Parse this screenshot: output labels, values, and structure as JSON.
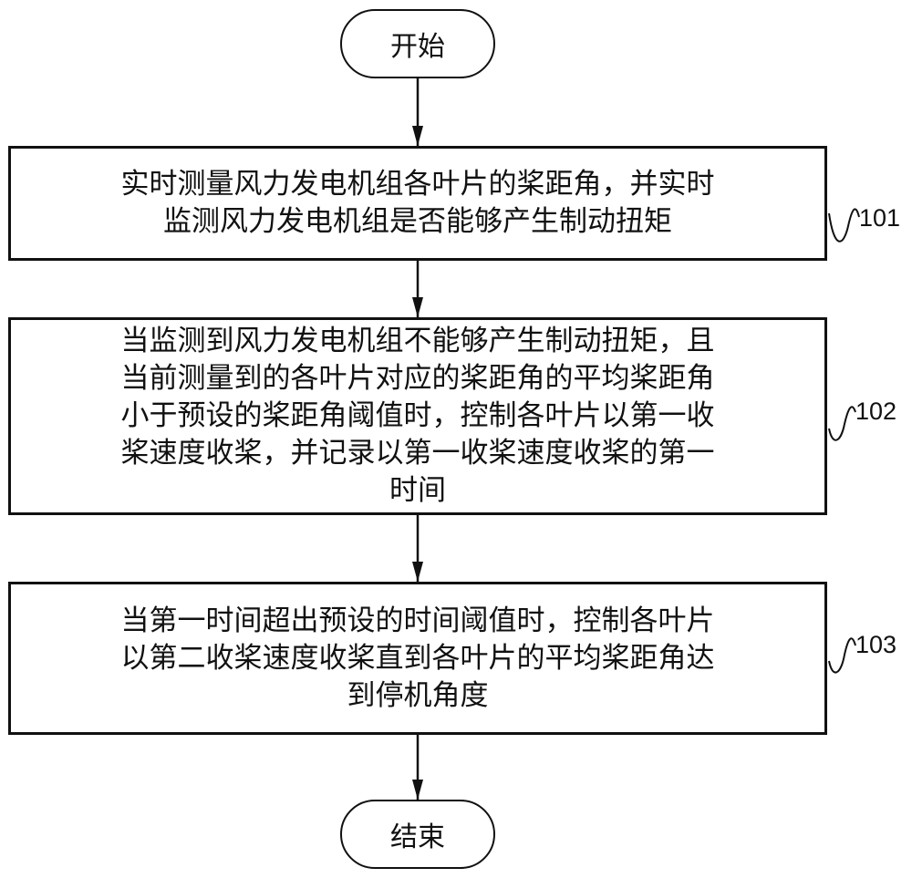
{
  "flowchart": {
    "start": "开始",
    "end": "结束",
    "steps": [
      {
        "id": "101",
        "lines": [
          "实时测量风力发电机组各叶片的桨距角，并实时",
          "监测风力发电机组是否能够产生制动扭矩"
        ]
      },
      {
        "id": "102",
        "lines": [
          "当监测到风力发电机组不能够产生制动扭矩，且",
          "当前测量到的各叶片对应的桨距角的平均桨距角",
          "小于预设的桨距角阈值时，控制各叶片以第一收",
          "桨速度收桨，并记录以第一收桨速度收桨的第一",
          "时间"
        ]
      },
      {
        "id": "103",
        "lines": [
          "当第一时间超出预设的时间阈值时，控制各叶片",
          "以第二收桨速度收桨直到各叶片的平均桨距角达",
          "到停机角度"
        ]
      }
    ]
  }
}
